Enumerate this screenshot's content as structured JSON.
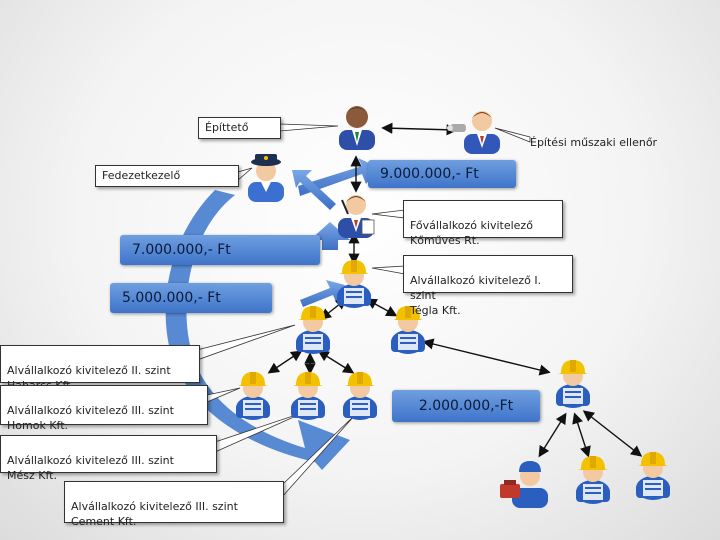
{
  "labels": {
    "epitteto": "Építtető",
    "epitesi_ellenor": "Építési műszaki ellenőr",
    "fedezetkezelo": "Fedezetkezelő",
    "fovallalkozo": "Fővállalkozó kivitelező\nKőműves Rt.",
    "alv1": "Alvállalkozó kivitelező I. szint\nTégla Kft.",
    "alv2": "Alvállalkozó kivitelező II. szint\nHabarcs Kft.",
    "alv3_homok": "Alvállalkozó kivitelező III. szint\nHomok Kft.",
    "alv3_mesz": "Alvállalkozó kivitelező III. szint\nMész Kft.",
    "alv3_cement": "Alvállalkozó kivitelező III. szint\nCement Kft."
  },
  "amounts": {
    "a9m": "9.000.000,- Ft",
    "a7m": "7.000.000,- Ft",
    "a5m": "5.000.000,- Ft",
    "a2m": "2.000.000,-Ft"
  },
  "colors": {
    "amount_fill": "#4f86d6",
    "flow_fill": "#4a7fcf",
    "worker_helmet": "#f2c200",
    "worker_suit": "#2a5fc0"
  }
}
